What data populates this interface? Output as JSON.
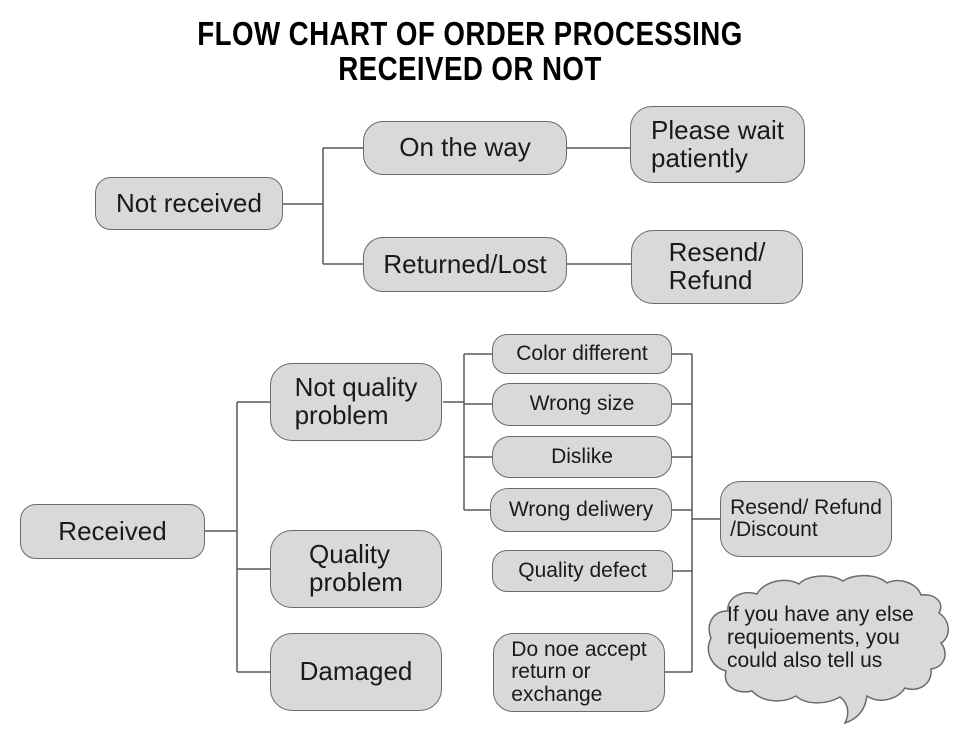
{
  "title": "FLOW CHART OF ORDER PROCESSING\nRECEIVED OR NOT",
  "colors": {
    "node_fill": "#d9d9d9",
    "node_border": "#6b6b6b",
    "connector": "#595959",
    "text": "#1a1a1a",
    "background": "#ffffff"
  },
  "flow_not_received": {
    "root": "Not received",
    "branch_on_the_way": {
      "cause": "On the way",
      "action": "Please wait\npatiently"
    },
    "branch_returned_lost": {
      "cause": "Returned/Lost",
      "action": "Resend/\nRefund"
    }
  },
  "flow_received": {
    "root": "Received",
    "branch_not_quality": {
      "cause": "Not quality\nproblem",
      "reasons": [
        "Color different",
        "Wrong size",
        "Dislike",
        "Wrong deliwery"
      ]
    },
    "branch_quality": {
      "cause": "Quality\nproblem",
      "reason": "Quality defect"
    },
    "branch_damaged": {
      "cause": "Damaged",
      "reason": "Do noe accept\nreturn or\nexchange"
    },
    "action": "Resend/ Refund\n/Discount"
  },
  "note_bubble": "If you have any else\nrequioements, you\ncould also tell us"
}
